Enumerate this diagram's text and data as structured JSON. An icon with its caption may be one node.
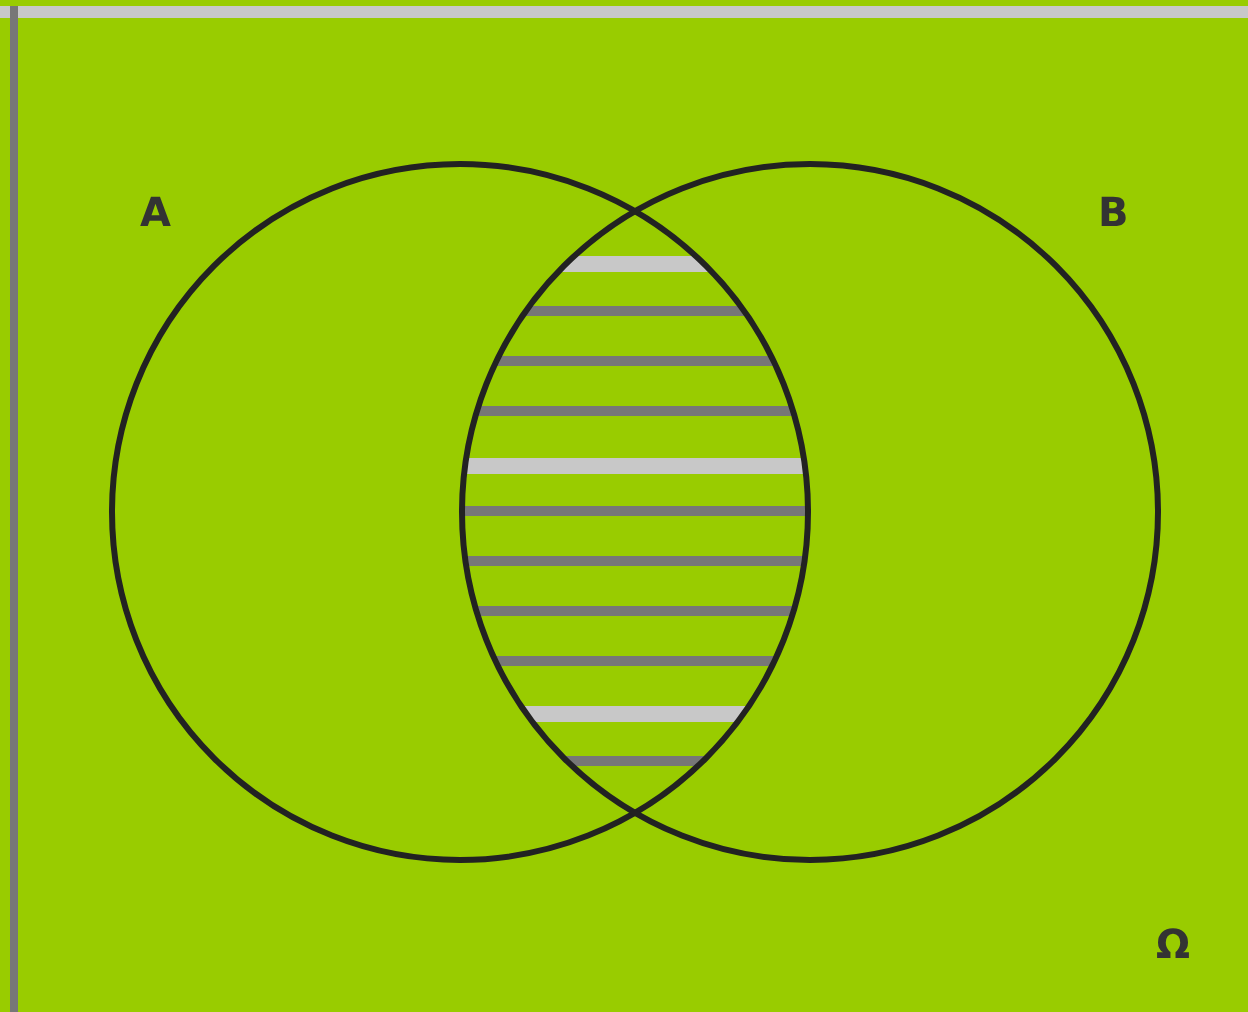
{
  "diagram": {
    "nodes": [
      {
        "text": [
          "A"
        ]
      },
      {
        "text": [
          "B"
        ]
      }
    ],
    "labels": [
      "Ω"
    ]
  }
}
